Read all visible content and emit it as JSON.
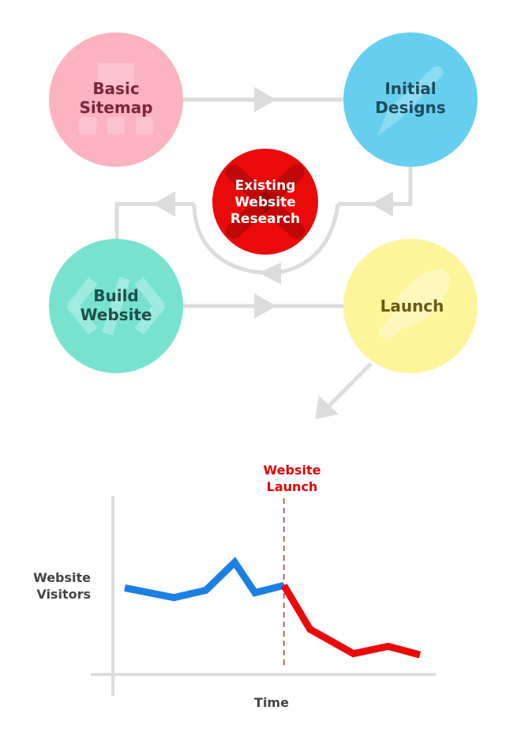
{
  "diagram": {
    "nodes": {
      "basic_sitemap": {
        "line1": "Basic",
        "line2": "Sitemap",
        "icon": "sitemap-icon",
        "fill": "#fcb3c0",
        "text_color": "#7a2735"
      },
      "initial_designs": {
        "line1": "Initial",
        "line2": "Designs",
        "icon": "pencil-icon",
        "fill": "#66cfef",
        "text_color": "#1f4a5c"
      },
      "existing_research": {
        "line1": "Existing",
        "line2": "Website",
        "line3": "Research",
        "icon": "x-cross-icon",
        "fill": "#ea0a0a",
        "text_color": "#ffffff"
      },
      "build_website": {
        "line1": "Build",
        "line2": "Website",
        "icon": "code-icon",
        "fill": "#77e3cf",
        "text_color": "#1f4f4a"
      },
      "launch": {
        "line1": "Launch",
        "icon": "rocket-icon",
        "fill": "#fef49a",
        "text_color": "#6b5a12"
      }
    },
    "arrow_color": "#dcdcdc"
  },
  "chart_data": {
    "type": "line",
    "ylabel_line1": "Website",
    "ylabel_line2": "Visitors",
    "xlabel": "Time",
    "annotation_line1": "Website",
    "annotation_line2": "Launch",
    "annotation_color": "#e60000",
    "series": [
      {
        "color": "#1c7fe3",
        "values": [
          [
            0,
            6.4
          ],
          [
            1.7,
            5.6
          ],
          [
            2.8,
            6.2
          ],
          [
            3.8,
            8.5
          ],
          [
            4.5,
            6.0
          ],
          [
            5.5,
            6.6
          ]
        ]
      },
      {
        "color": "#ea0a0a",
        "values": [
          [
            5.5,
            6.6
          ],
          [
            6.4,
            3.0
          ],
          [
            7.9,
            1.0
          ],
          [
            9.1,
            1.6
          ],
          [
            10.2,
            0.9
          ]
        ]
      }
    ],
    "launch_x": 5.5,
    "xlim": [
      0,
      10.2
    ],
    "ylim": [
      0,
      10
    ]
  }
}
